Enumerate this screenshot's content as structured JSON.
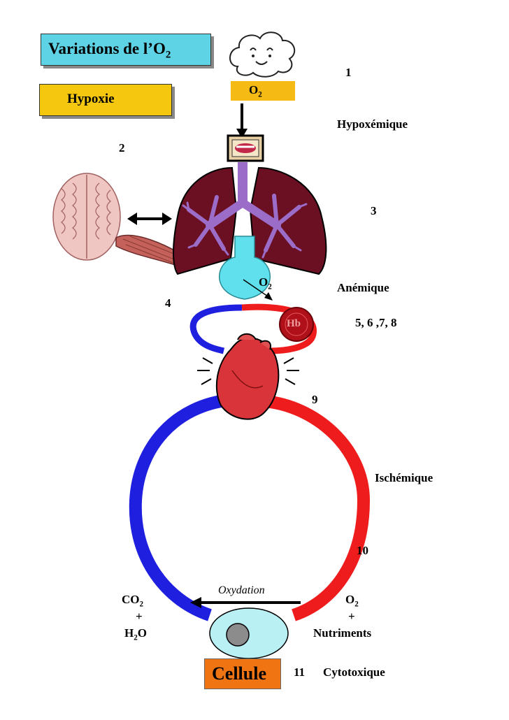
{
  "title": "Variations de l’O",
  "title_sub": "2",
  "hypoxie": "Hypoxie",
  "o2_label": "O",
  "o2_sub": "2",
  "o2_small": "O",
  "o2_small_sub": "2",
  "hb": "Hb",
  "numbers": {
    "n1": "1",
    "n2": "2",
    "n3": "3",
    "n4": "4",
    "n5": "5, 6 ,7, 8",
    "n9": "9",
    "n10": "10",
    "n11": "11"
  },
  "types": {
    "hypoxemique": "Hypoxémique",
    "anemique": "Anémique",
    "ischemique": "Ischémique",
    "cytotoxique": "Cytotoxique"
  },
  "left_side": {
    "co2": "CO",
    "co2_sub": "2",
    "plus": "+",
    "h2o": "H",
    "h2o_sub": "2",
    "h2o_end": "O"
  },
  "right_side": {
    "o2": "O",
    "o2_sub": "2",
    "plus": "+",
    "nutriments": "Nutriments"
  },
  "oxydation": "Oxydation",
  "cellule": "Cellule",
  "colors": {
    "cyan": "#5fd3e6",
    "yellow": "#f5c70e",
    "orange": "#f07412",
    "blue": "#1f1fe0",
    "red": "#ee1c1c",
    "lung": "#6b0f23",
    "bronchi": "#9b6cc8",
    "cell": "#b9f0f4"
  },
  "icons": [
    "cloud-face-icon",
    "mouth-icon",
    "brain-icon",
    "muscle-icon",
    "lungs-icon",
    "heart-icon",
    "hemoglobin-icon",
    "nucleus-icon"
  ]
}
